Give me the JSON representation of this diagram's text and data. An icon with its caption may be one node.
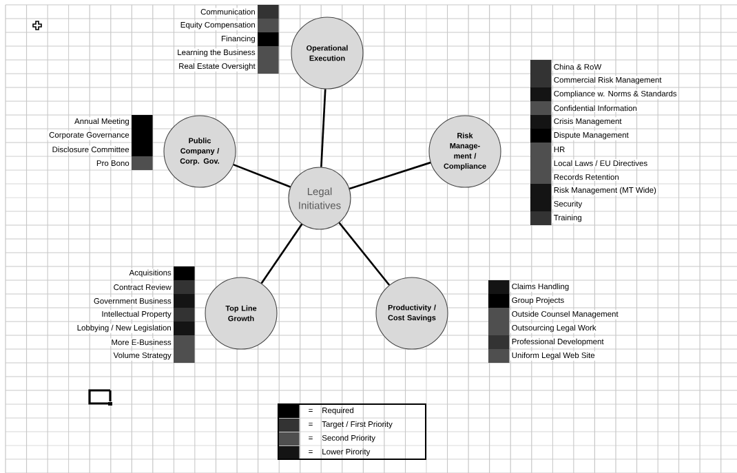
{
  "diagram": {
    "nodes": [
      {
        "text": [
          "Operational Execution"
        ]
      },
      {
        "text": [
          "Public Company / Corp. Gov."
        ]
      },
      {
        "text": [
          "Risk Manage- ment / Compliance"
        ]
      },
      {
        "text": [
          "Legal Initiatives"
        ]
      },
      {
        "text": [
          "Top Line Growth"
        ]
      },
      {
        "text": [
          "Productivity / Cost Savings"
        ]
      }
    ],
    "edges": [
      {
        "from": 3,
        "to": 0,
        "arrow": "none"
      },
      {
        "from": 3,
        "to": 1,
        "arrow": "none"
      },
      {
        "from": 3,
        "to": 2,
        "arrow": "none"
      },
      {
        "from": 3,
        "to": 4,
        "arrow": "none"
      },
      {
        "from": 3,
        "to": 5,
        "arrow": "none"
      }
    ],
    "labels": [
      "Communication",
      "Equity Compensation",
      "Financing",
      "Learning the Business",
      "Real Estate Oversight",
      "Annual Meeting",
      "Corporate Governance",
      "Disclosure Committee",
      "Pro Bono",
      "China & RoW",
      "Commercial Risk Management",
      "Compliance w. Norms & Standards",
      "Confidential Information",
      "Crisis Management",
      "Dispute Management",
      "HR",
      "Local Laws / EU Directives",
      "Records Retention",
      "Risk Management (MT Wide)",
      "Security",
      "Training",
      "Acquisitions",
      "Contract Review",
      "Government Business",
      "Intellectual Property",
      "Lobbying / New Legislation",
      "More E-Business",
      "Volume Strategy",
      "Claims Handling",
      "Group Projects",
      "Outside Counsel Management",
      "Outsourcing Legal Work",
      "Professional Development",
      "Uniform Legal Web Site",
      "=",
      "=",
      "=",
      "="
    ],
    "legend": [
      {
        "text": "Required",
        "color": "#000000"
      },
      {
        "text": "Target / First Priority",
        "color": "#333333"
      },
      {
        "text": "Second Priority",
        "color": "#4f4f4f"
      },
      {
        "text": "Lower Pirority",
        "color": "#141414"
      }
    ]
  }
}
